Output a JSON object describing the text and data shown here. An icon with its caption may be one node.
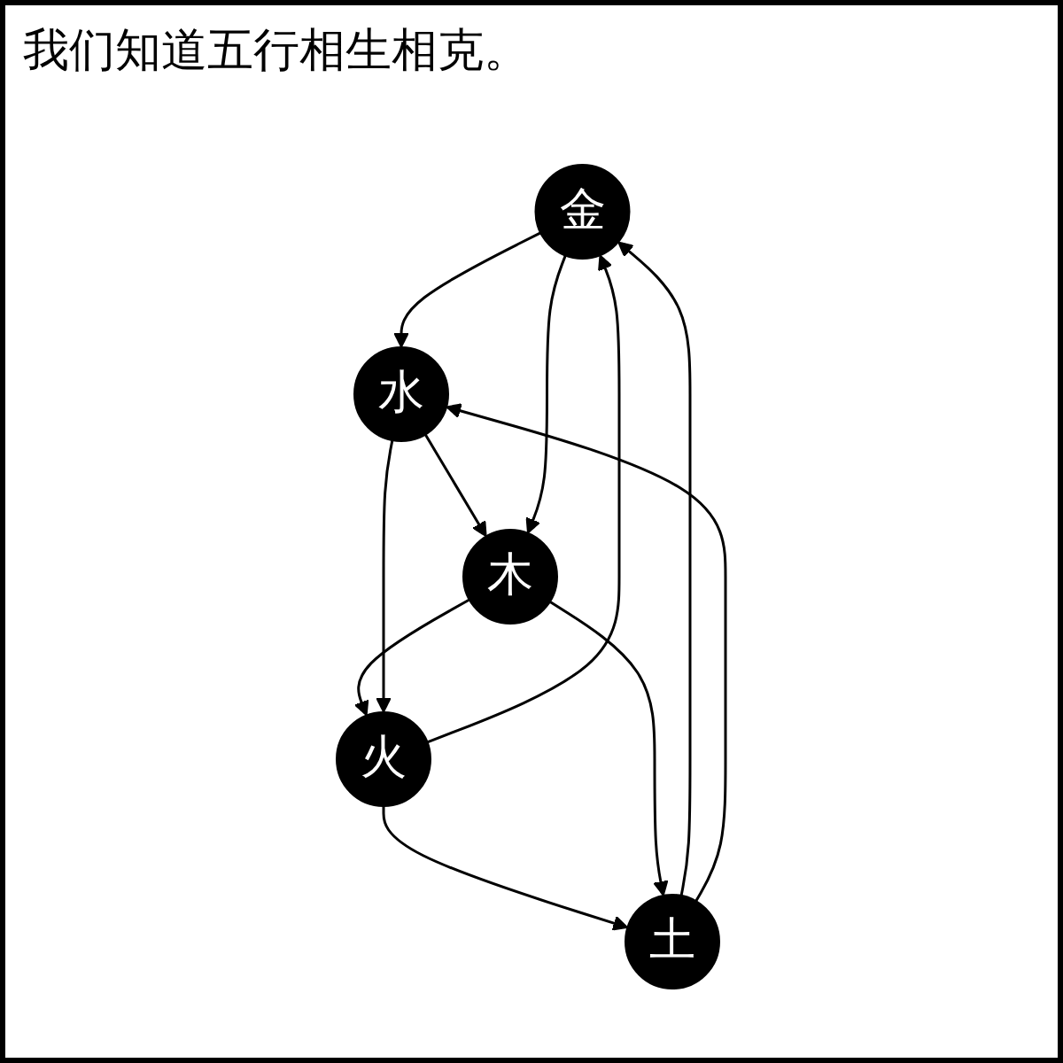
{
  "diagram": {
    "title": "我们知道五行相生相克。",
    "nodes": [
      {
        "text": [
          "金"
        ]
      },
      {
        "text": [
          "土"
        ]
      },
      {
        "text": [
          "水"
        ]
      },
      {
        "text": [
          "火"
        ]
      },
      {
        "text": [
          "木"
        ]
      }
    ],
    "edges": [
      {
        "from": 0,
        "to": 2,
        "arrow": "to"
      },
      {
        "from": 2,
        "to": 4,
        "arrow": "to"
      },
      {
        "from": 4,
        "to": 3,
        "arrow": "to"
      },
      {
        "from": 3,
        "to": 1,
        "arrow": "to"
      },
      {
        "from": 1,
        "to": 0,
        "arrow": "to"
      },
      {
        "from": 0,
        "to": 4,
        "arrow": "to"
      },
      {
        "from": 4,
        "to": 1,
        "arrow": "to"
      },
      {
        "from": 1,
        "to": 2,
        "arrow": "to"
      },
      {
        "from": 2,
        "to": 3,
        "arrow": "to"
      },
      {
        "from": 3,
        "to": 0,
        "arrow": "to"
      }
    ]
  }
}
